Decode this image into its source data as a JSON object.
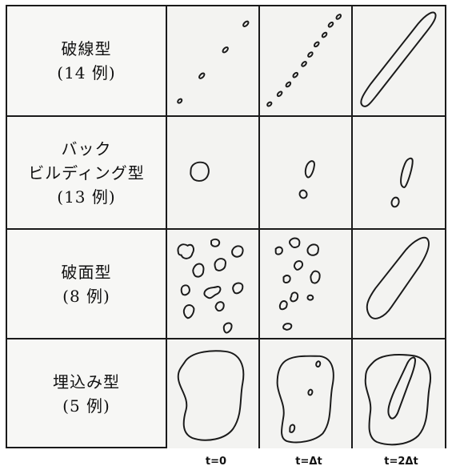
{
  "rows": [
    {
      "name": "破線型",
      "count": "(14 例)"
    },
    {
      "name_line1": "バック",
      "name_line2": "ビルディング型",
      "count": "(13 例)"
    },
    {
      "name": "破面型",
      "count": "(8 例)"
    },
    {
      "name": "埋込み型",
      "count": "(5 例)"
    }
  ],
  "time_labels": [
    "t=0",
    "t=Δt",
    "t=2Δt"
  ]
}
